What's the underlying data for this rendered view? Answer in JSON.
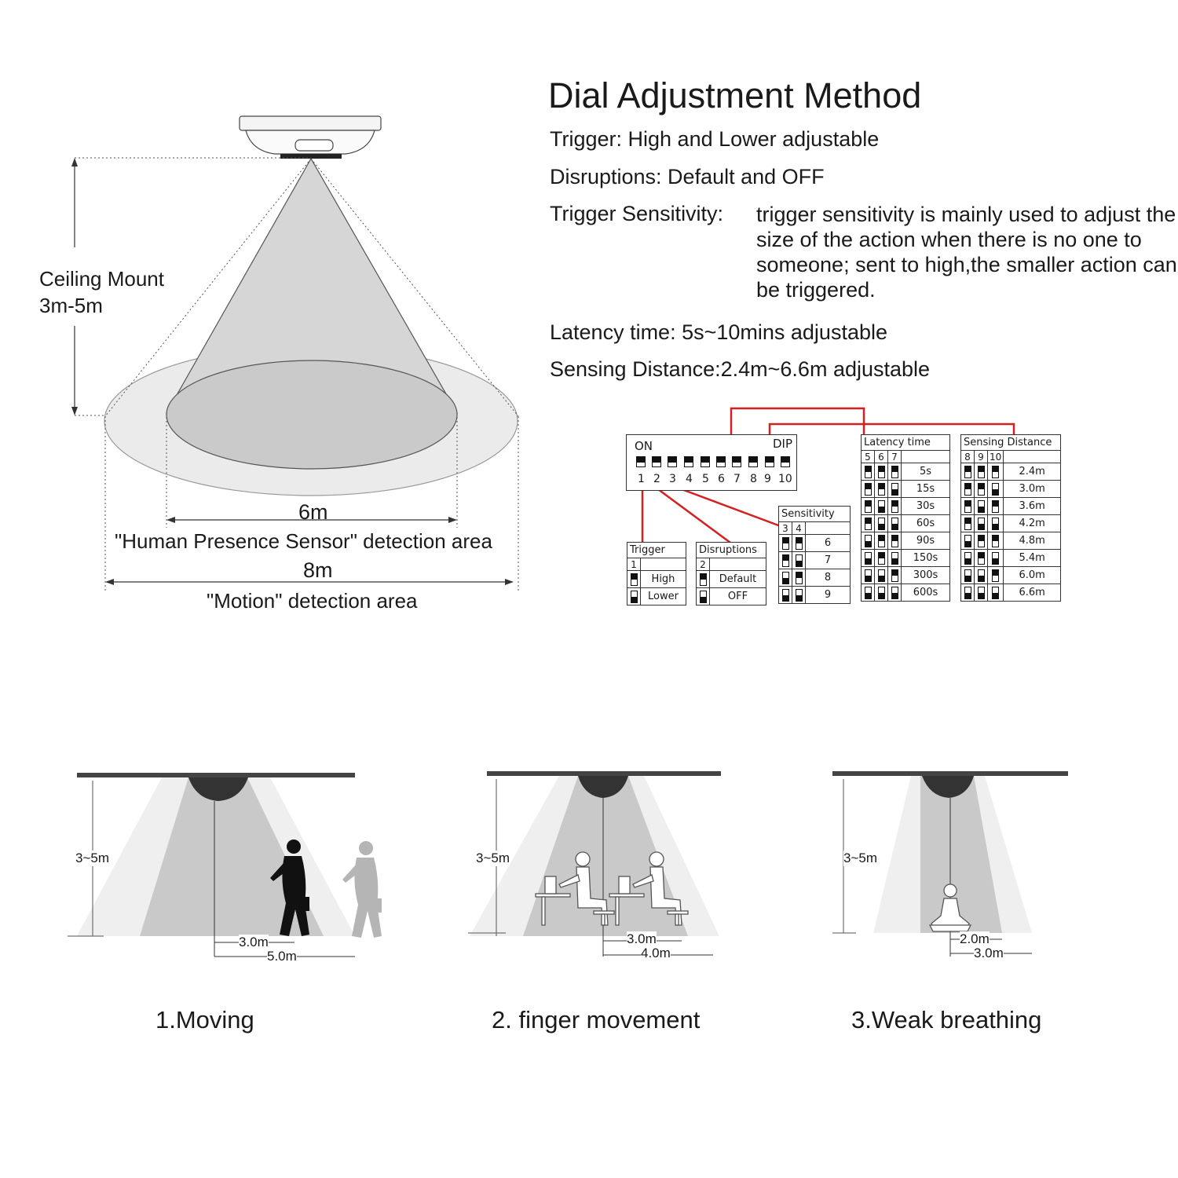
{
  "heading": "Dial Adjustment Method",
  "specs": {
    "trigger": "Trigger: High and Lower adjustable",
    "disruptions": "Disruptions: Default and OFF",
    "sensitivity_label": "Trigger Sensitivity:",
    "sensitivity_text": "trigger sensitivity is mainly used to adjust the size of the action when there is no one to someone; sent to high,the smaller action can be triggered.",
    "latency": "Latency time: 5s~10mins adjustable",
    "distance": "Sensing Distance:2.4m~6.6m adjustable"
  },
  "mount_diagram": {
    "mount_label_1": "Ceiling Mount",
    "mount_label_2": "3m-5m",
    "inner_width": "6m",
    "inner_caption": "\"Human Presence Sensor\" detection area",
    "outer_width": "8m",
    "outer_caption": "\"Motion\" detection area"
  },
  "dip_switch": {
    "on_label": "ON",
    "dip_label": "DIP",
    "numbers": [
      "1",
      "2",
      "3",
      "4",
      "5",
      "6",
      "7",
      "8",
      "9",
      "10"
    ]
  },
  "tables": {
    "trigger": {
      "title": "Trigger",
      "cols": [
        "1"
      ],
      "rows": [
        {
          "sw": [
            "up"
          ],
          "value": "High"
        },
        {
          "sw": [
            "dn"
          ],
          "value": "Lower"
        }
      ]
    },
    "disruptions": {
      "title": "Disruptions",
      "cols": [
        "2"
      ],
      "rows": [
        {
          "sw": [
            "up"
          ],
          "value": "Default"
        },
        {
          "sw": [
            "dn"
          ],
          "value": "OFF"
        }
      ]
    },
    "sensitivity": {
      "title": "Sensitivity",
      "cols": [
        "3",
        "4"
      ],
      "rows": [
        {
          "sw": [
            "up",
            "up"
          ],
          "value": "6"
        },
        {
          "sw": [
            "up",
            "dn"
          ],
          "value": "7"
        },
        {
          "sw": [
            "dn",
            "up"
          ],
          "value": "8"
        },
        {
          "sw": [
            "dn",
            "dn"
          ],
          "value": "9"
        }
      ]
    },
    "latency": {
      "title": "Latency time",
      "cols": [
        "5",
        "6",
        "7"
      ],
      "rows": [
        {
          "sw": [
            "up",
            "up",
            "up"
          ],
          "value": "5s"
        },
        {
          "sw": [
            "up",
            "up",
            "dn"
          ],
          "value": "15s"
        },
        {
          "sw": [
            "up",
            "dn",
            "up"
          ],
          "value": "30s"
        },
        {
          "sw": [
            "up",
            "dn",
            "dn"
          ],
          "value": "60s"
        },
        {
          "sw": [
            "dn",
            "up",
            "up"
          ],
          "value": "90s"
        },
        {
          "sw": [
            "dn",
            "up",
            "dn"
          ],
          "value": "150s"
        },
        {
          "sw": [
            "dn",
            "dn",
            "up"
          ],
          "value": "300s"
        },
        {
          "sw": [
            "dn",
            "dn",
            "dn"
          ],
          "value": "600s"
        }
      ]
    },
    "distance": {
      "title": "Sensing Distance",
      "cols": [
        "8",
        "9",
        "10"
      ],
      "rows": [
        {
          "sw": [
            "up",
            "up",
            "up"
          ],
          "value": "2.4m"
        },
        {
          "sw": [
            "up",
            "up",
            "dn"
          ],
          "value": "3.0m"
        },
        {
          "sw": [
            "up",
            "dn",
            "up"
          ],
          "value": "3.6m"
        },
        {
          "sw": [
            "up",
            "dn",
            "dn"
          ],
          "value": "4.2m"
        },
        {
          "sw": [
            "dn",
            "up",
            "up"
          ],
          "value": "4.8m"
        },
        {
          "sw": [
            "dn",
            "up",
            "dn"
          ],
          "value": "5.4m"
        },
        {
          "sw": [
            "dn",
            "dn",
            "up"
          ],
          "value": "6.0m"
        },
        {
          "sw": [
            "dn",
            "dn",
            "dn"
          ],
          "value": "6.6m"
        }
      ]
    }
  },
  "scenes": [
    {
      "height": "3~5m",
      "inner": "3.0m",
      "outer": "5.0m",
      "caption": "1.Moving"
    },
    {
      "height": "3~5m",
      "inner": "3.0m",
      "outer": "4.0m",
      "caption": "2. finger movement"
    },
    {
      "height": "3~5m",
      "inner": "2.0m",
      "outer": "3.0m",
      "caption": "3.Weak breathing"
    }
  ],
  "colors": {
    "connector": "#d42020",
    "outer_area": "#ebebeb",
    "inner_area": "#c9c9c9",
    "ceiling": "#444444"
  }
}
